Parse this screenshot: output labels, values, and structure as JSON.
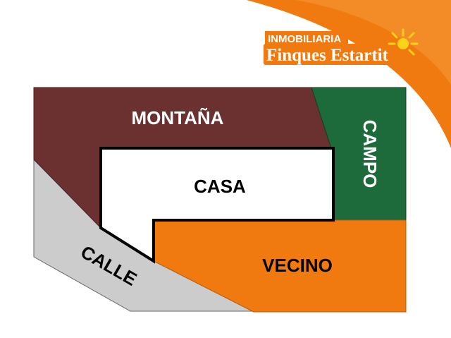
{
  "colors": {
    "montana": "#6b3131",
    "campo": "#1d6b3a",
    "vecino": "#f07a0f",
    "calle": "#cccccc",
    "casa": "#ffffff",
    "brand_orange": "#f07a0f",
    "outline": "#000000"
  },
  "logo": {
    "top_text": "INMOBILIARIA",
    "main_text": "Finques Estartit",
    "sun_icon": "sun-icon"
  },
  "zones": {
    "montana": "MONTAÑA",
    "campo": "CAMPO",
    "casa": "CASA",
    "vecino": "VECINO",
    "calle": "CALLE"
  }
}
